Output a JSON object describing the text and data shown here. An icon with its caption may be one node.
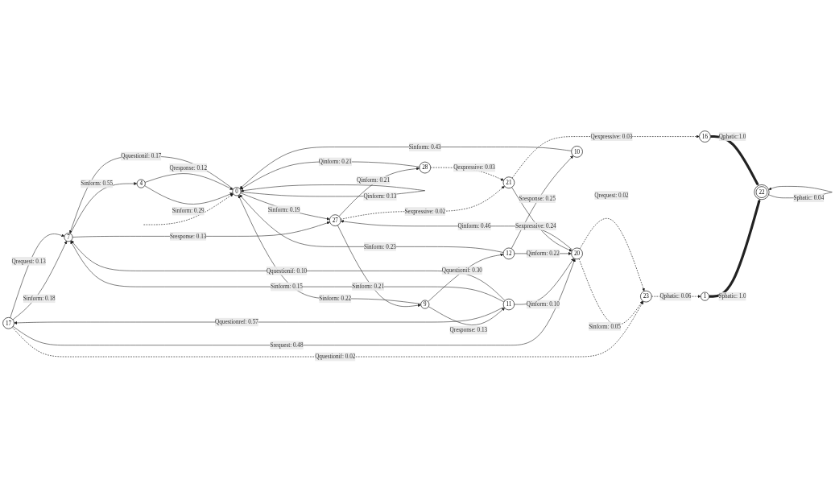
{
  "diagram": {
    "nodes": [
      {
        "text": [
          "17"
        ]
      },
      {
        "text": [
          "23"
        ]
      },
      {
        "text": [
          "7"
        ]
      },
      {
        "text": [
          "11"
        ]
      },
      {
        "text": [
          "20"
        ]
      },
      {
        "text": [
          "1"
        ]
      },
      {
        "text": [
          "9"
        ]
      },
      {
        "text": [
          "4"
        ]
      },
      {
        "text": [
          "22"
        ]
      },
      {
        "text": [
          "0"
        ]
      },
      {
        "text": [
          "12"
        ]
      },
      {
        "text": [
          "10"
        ]
      },
      {
        "text": [
          "16"
        ]
      },
      {
        "text": [
          "27"
        ]
      },
      {
        "text": [
          "21"
        ]
      },
      {
        "text": [
          "28"
        ]
      }
    ],
    "edges": [
      {
        "from": null,
        "to": 9,
        "arrow": "to",
        "style": "dashed"
      },
      {
        "from": 0,
        "to": 1,
        "arrow": "to",
        "label": "Qquestionif: 0.02",
        "style": "dashed"
      },
      {
        "from": 0,
        "to": 2,
        "arrow": "to",
        "label": "Sinform: 0.18"
      },
      {
        "from": 3,
        "to": 0,
        "arrow": "to",
        "label": "Qquestionref: 0.57"
      },
      {
        "from": 0,
        "to": 2,
        "arrow": "to",
        "label": "Qrequest: 0.13"
      },
      {
        "from": 0,
        "to": 4,
        "arrow": "to",
        "label": "Srequest: 0.48"
      },
      {
        "from": 3,
        "to": 2,
        "arrow": "to",
        "label": "Sinform: 0.15"
      },
      {
        "from": 3,
        "to": 2,
        "arrow": "to",
        "label": "Qquestionif: 0.10"
      },
      {
        "from": 3,
        "to": 4,
        "arrow": "to",
        "label": "Qinform: 0.10"
      },
      {
        "from": 4,
        "to": 1,
        "arrow": "to",
        "label": "Sinform: 0.05",
        "style": "dashed"
      },
      {
        "from": 4,
        "to": 1,
        "arrow": "to",
        "label": "Qrequest: 0.02",
        "style": "dashed"
      },
      {
        "from": 1,
        "to": 5,
        "arrow": "to",
        "label": "Qphatic: 0.06",
        "style": "dashed"
      },
      {
        "from": 2,
        "to": 7,
        "arrow": "to",
        "label": "Sinform: 0.55"
      },
      {
        "from": 2,
        "to": 13,
        "arrow": "to",
        "label": "Sresponse: 0.13"
      },
      {
        "from": 9,
        "to": 2,
        "arrow": "to",
        "label": "Qquestionif: 0.17"
      },
      {
        "from": 6,
        "to": 3,
        "arrow": "to",
        "label": "Qresponse: 0.13"
      },
      {
        "from": 5,
        "to": 8,
        "arrow": "to",
        "label": "Sphatic: 1.0",
        "style": "thick"
      },
      {
        "from": 8,
        "to": 8,
        "arrow": "to",
        "label": "Sphatic: 0.04"
      },
      {
        "from": 7,
        "to": 9,
        "arrow": "to",
        "label": "Sinform: 0.29"
      },
      {
        "from": 7,
        "to": 9,
        "arrow": "to",
        "label": "Qresponse: 0.12"
      },
      {
        "from": 6,
        "to": 9,
        "arrow": "to",
        "label": "Sinform: 0.22"
      },
      {
        "from": 6,
        "to": 10,
        "arrow": "to",
        "label": "Qquestionif: 0.30"
      },
      {
        "from": 10,
        "to": 4,
        "arrow": "to",
        "label": "Qinform: 0.22"
      },
      {
        "from": 10,
        "to": 9,
        "arrow": "to",
        "label": "Sinform: 0.23"
      },
      {
        "from": 10,
        "to": 11,
        "arrow": "to",
        "label": "Sresponse: 0.25"
      },
      {
        "from": 11,
        "to": 9,
        "arrow": "to",
        "label": "Sinform: 0.43"
      },
      {
        "from": 9,
        "to": 9,
        "arrow": "to",
        "label": "Qinform: 0.13"
      },
      {
        "from": 9,
        "to": 13,
        "arrow": "to",
        "label": "Sinform: 0.19"
      },
      {
        "from": 13,
        "to": 6,
        "arrow": "to",
        "label": "Sinform: 0.21"
      },
      {
        "from": 4,
        "to": 13,
        "arrow": "to",
        "label": "Qinform: 0.46"
      },
      {
        "from": 14,
        "to": 4,
        "arrow": "to",
        "label": "Sexpressive: 0.24"
      },
      {
        "from": 12,
        "to": 8,
        "arrow": "to",
        "label": "Qphatic:1.0",
        "style": "thick"
      },
      {
        "from": 15,
        "to": 9,
        "arrow": "to",
        "label": "Qinform: 0.21"
      },
      {
        "from": 13,
        "to": 15,
        "arrow": "to",
        "label": "Qinform: 0.21"
      },
      {
        "from": 13,
        "to": 14,
        "arrow": "to",
        "label": "Sexpressive: 0.02",
        "style": "dashed"
      },
      {
        "from": 14,
        "to": 12,
        "arrow": "to",
        "label": "Qexpressive: 0.03",
        "style": "dashed"
      },
      {
        "from": 15,
        "to": 14,
        "arrow": "to",
        "label": "Qexpressive: 0.03",
        "style": "dashed"
      }
    ]
  }
}
